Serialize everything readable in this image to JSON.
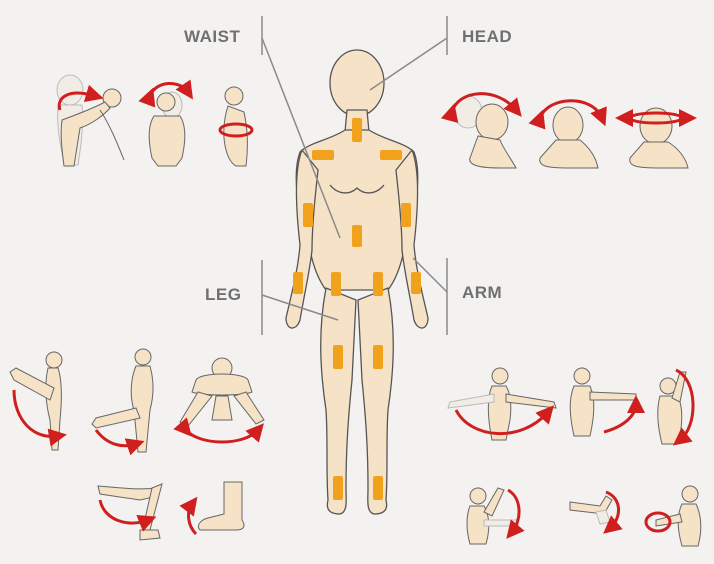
{
  "labels": {
    "waist": "WAIST",
    "head": "HEAD",
    "leg": "LEG",
    "arm": "ARM"
  },
  "colors": {
    "background": "#f3f2f0",
    "skin": "#f6e2c6",
    "outline": "#555555",
    "sensor": "#f0a21c",
    "arrow": "#d01f1f",
    "label_text": "#707070",
    "leader_line": "#8a8a8a"
  },
  "groups": [
    "waist-motions",
    "head-motions",
    "leg-motions",
    "arm-motions"
  ]
}
